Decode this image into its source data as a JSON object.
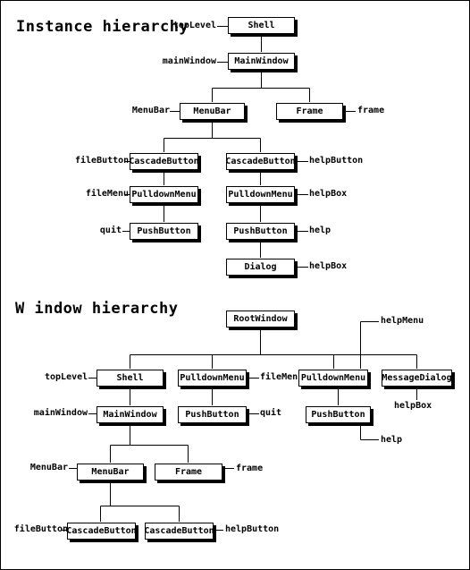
{
  "instance": {
    "title": "Instance hierarchy",
    "shell": "Shell",
    "main_window": "MainWindow",
    "menu_bar": "MenuBar",
    "frame": "Frame",
    "cascade_file": "CascadeButton",
    "cascade_help": "CascadeButton",
    "pulldown_file": "PulldownMenu",
    "pulldown_help": "PulldownMenu",
    "push_quit": "PushButton",
    "push_help": "PushButton",
    "dialog": "Dialog",
    "labels": {
      "top_level": "topLevel",
      "main_window": "mainWindow",
      "menu_bar": "MenuBar",
      "frame": "frame",
      "file_button": "fileButton",
      "help_button": "helpButton",
      "file_menu": "fileMenu",
      "help_box_menu": "helpBox",
      "quit": "quit",
      "help": "help",
      "help_box_dialog": "helpBox"
    }
  },
  "window": {
    "title": "W indow hierarchy",
    "root_window": "RootWindow",
    "shell": "Shell",
    "pulldown_file": "PulldownMenu",
    "pulldown_help": "PulldownMenu",
    "message_dialog": "MessageDialog",
    "main_window": "MainWindow",
    "push_quit": "PushButton",
    "push_help": "PushButton",
    "menu_bar": "MenuBar",
    "frame": "Frame",
    "cascade_file": "CascadeButton",
    "cascade_help": "CascadeButton",
    "labels": {
      "help_menu": "helpMenu",
      "top_level": "topLevel",
      "file_menu": "fileMenu",
      "help_box": "helpBox",
      "main_window": "mainWindow",
      "quit": "quit",
      "help": "help",
      "menu_bar": "MenuBar",
      "frame": "frame",
      "file_button": "fileButton",
      "help_button": "helpButton"
    }
  }
}
